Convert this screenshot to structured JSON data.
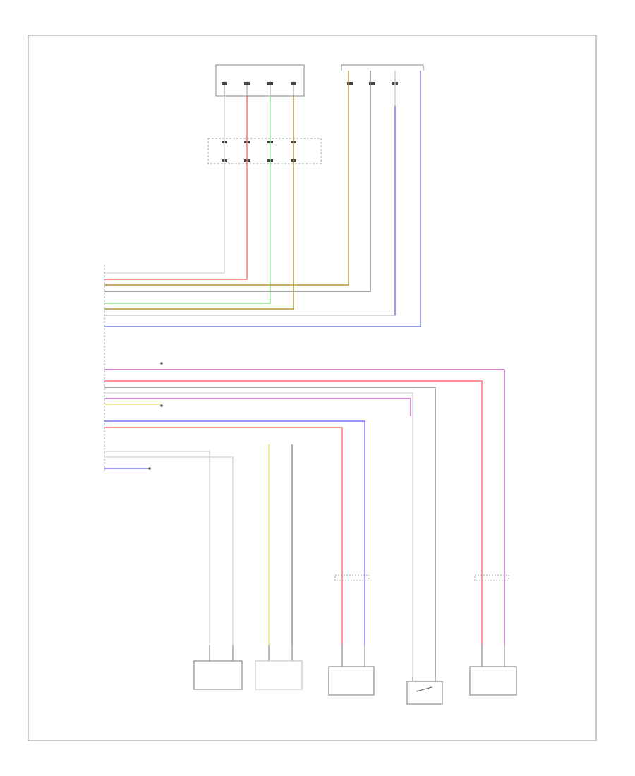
{
  "colors": {
    "red": "#ff6b6b",
    "yellow": "#e8e26a",
    "green": "#8fe88f",
    "blue": "#7777ff",
    "purple": "#c060c0",
    "brown": "#b8923a",
    "tan": "#d8c79a",
    "gray": "#8c8c8c",
    "white": "#d8d8d8"
  },
  "module": {
    "title": "",
    "side_label": ""
  },
  "connectors_top": [
    {
      "title": ""
    },
    {
      "title": ""
    }
  ],
  "inline_connector": {
    "label": ""
  },
  "module_pins_top": [
    {
      "pin": "",
      "name": "",
      "color_code": "",
      "wire": "white"
    },
    {
      "pin": "",
      "name": "",
      "color_code": "",
      "wire": "red"
    },
    {
      "pin": "",
      "name": "",
      "color_code": "",
      "wire": "brown"
    },
    {
      "pin": "",
      "name": "",
      "color_code": "",
      "wire": "gray"
    },
    {
      "pin": "",
      "name": "",
      "color_code": "",
      "wire": "green"
    },
    {
      "pin": "",
      "name": "",
      "color_code": "",
      "wire": "brown"
    },
    {
      "pin": "",
      "name": "",
      "color_code": "",
      "wire": "white"
    },
    {
      "pin": "",
      "name": "",
      "color_code": "",
      "wire": "blue"
    }
  ],
  "module_pins_bottom": [
    {
      "pin": "",
      "name": "",
      "color_code": "",
      "wire": "tan"
    },
    {
      "pin": "",
      "name": "",
      "color_code": "",
      "wire": "purple"
    },
    {
      "pin": "",
      "name": "",
      "color_code": "",
      "wire": "red"
    },
    {
      "pin": "",
      "name": "",
      "color_code": "",
      "wire": "gray"
    },
    {
      "pin": "",
      "name": "",
      "color_code": "",
      "wire": "purple"
    },
    {
      "pin": "",
      "name": "",
      "color_code": "",
      "wire": "yellow"
    },
    {
      "pin": "",
      "name": "",
      "color_code": "",
      "wire": "tan"
    },
    {
      "pin": "",
      "name": "",
      "color_code": "",
      "wire": "blue"
    },
    {
      "pin": "",
      "name": "",
      "color_code": "",
      "wire": "red"
    },
    {
      "pin": "",
      "name": "",
      "color_code": "",
      "wire": "tan"
    },
    {
      "pin": "",
      "name": "",
      "color_code": "",
      "wire": "tan"
    },
    {
      "pin": "",
      "name": "",
      "color_code": "",
      "wire": "white"
    },
    {
      "pin": "",
      "name": "",
      "color_code": "",
      "wire": "white"
    },
    {
      "pin": "",
      "name": "",
      "color_code": "",
      "wire": "white"
    },
    {
      "pin": "",
      "name": "",
      "color_code": "",
      "wire": "blue"
    }
  ],
  "splice_notes": [
    {
      "text": ""
    },
    {
      "text": ""
    },
    {
      "text": ""
    }
  ],
  "components_bottom": [
    {
      "name": ""
    },
    {
      "name": ""
    },
    {
      "name": ""
    },
    {
      "name": ""
    },
    {
      "name": ""
    }
  ],
  "footer": {
    "code": ""
  }
}
